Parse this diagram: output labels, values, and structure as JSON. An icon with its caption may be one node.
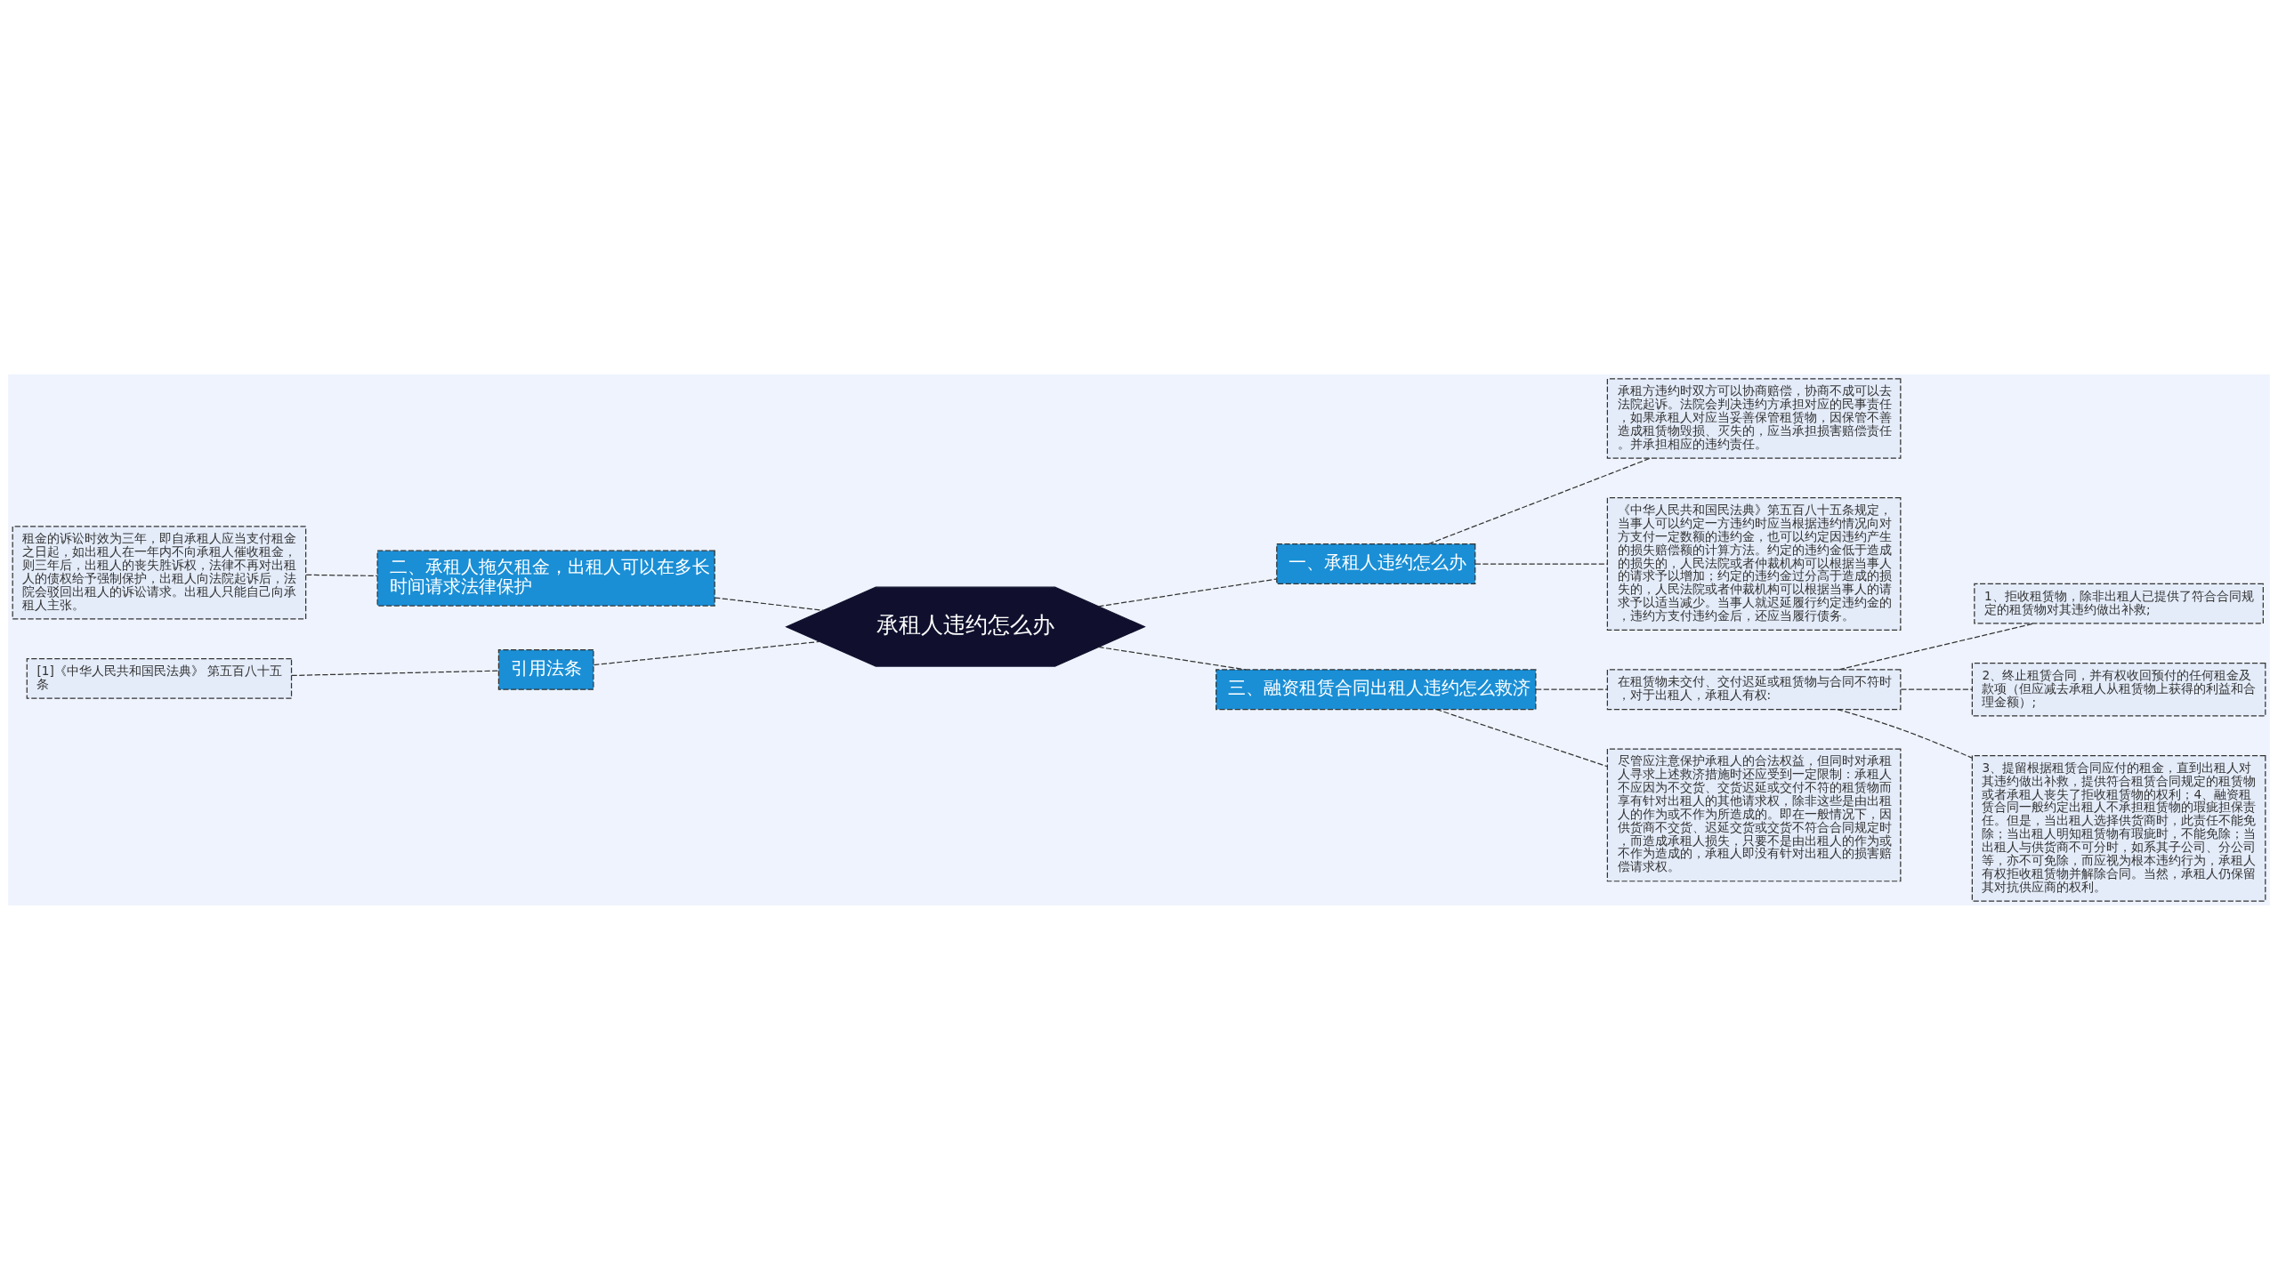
{
  "diagram": {
    "nodes": [
      {
        "text": [
          "承租人违约怎么办"
        ]
      },
      {
        "text": [
          "一、承租人违约怎么办"
        ]
      },
      {
        "text": [
          "承租方违约时双方可以协商赔偿，协商不成可以去法院起诉。法院会判决违约方承担对应的民事责任，如果承租人对应当妥善保管租赁物，因保管不善造成租赁物毁损、灭失的，应当承担损害赔偿责任。并承担相应的违约责任。"
        ]
      },
      {
        "text": [
          "《中华人民共和国民法典》第五百八十五条规定，当事人可以约定一方违约时应当根据违约情况向对方支付一定数额的违约金，也可以约定因违约产生的损失赔偿额的计算方法。约定的违约金低于造成的损失的，人民法院或者仲裁机构可以根据当事人的请求予以增加；约定的违约金过分高于造成的损失的，人民法院或者仲裁机构可以根据当事人的请求予以适当减少。当事人就迟延履行约定违约金的，违约方支付违约金后，还应当履行债务。"
        ]
      },
      {
        "text": [
          "二、承租人拖欠租金，出租人可以在多长时间请求法律保护"
        ]
      },
      {
        "text": [
          "租金的诉讼时效为三年，即自承租人应当支付租金之日起，如出租人在一年内不向承租人催收租金，则三年后，出租人的丧失胜诉权，法律不再对出租人的债权给予强制保护，出租人向法院起诉后，法院会驳回出租人的诉讼请求。出租人只能自己向承租人主张。"
        ]
      },
      {
        "text": [
          "引用法条"
        ]
      },
      {
        "text": [
          "[1]《中华人民共和国民法典》 第五百八十五条"
        ]
      },
      {
        "text": [
          "三、融资租赁合同出租人违约怎么救济"
        ]
      },
      {
        "text": [
          "在租赁物未交付、交付迟延或租赁物与合同不符时，对于出租人，承租人有权:"
        ]
      },
      {
        "text": [
          "1、拒收租赁物，除非出租人已提供了符合合同规定的租赁物对其违约做出补救;"
        ]
      },
      {
        "text": [
          "2、终止租赁合同，并有权收回预付的任何租金及款项（但应减去承租人从租赁物上获得的利益和合理金额）;"
        ]
      },
      {
        "text": [
          "3、提留根据租赁合同应付的租金，直到出租人对其违约做出补救，提供符合租赁合同规定的租赁物或者承租人丧失了拒收租赁物的权利；4、融资租赁合同一般约定出租人不承担租赁物的瑕疵担保责任。但是，当出租人选择供货商时，此责任不能免除；当出租人明知租赁物有瑕疵时，不能免除；当出租人与供货商不可分时，如系其子公司、分公司等，亦不可免除，而应视为根本违约行为，承租人有权拒收租赁物并解除合同。当然，承租人仍保留其对抗供应商的权利。"
        ]
      },
      {
        "text": [
          "尽管应注意保护承租人的合法权益，但同时对承租人寻求上述救济措施时还应受到一定限制：承租人不应因为不交货、交货迟延或交付不符的租赁物而享有针对出租人的其他请求权，除非这些是由出租人的作为或不作为所造成的。即在一般情况下，因供货商不交货、迟延交货或交货不符合合同规定时，而造成承租人损失，只要不是由出租人的作为或不作为造成的，承租人即没有针对出租人的损害赔偿请求权。"
        ]
      }
    ],
    "edges": [
      {
        "from": 0,
        "to": 1,
        "arrow": "none",
        "style": "dashed"
      },
      {
        "from": 1,
        "to": 2,
        "arrow": "none",
        "style": "dashed"
      },
      {
        "from": 1,
        "to": 3,
        "arrow": "none",
        "style": "dashed"
      },
      {
        "from": 0,
        "to": 4,
        "arrow": "none",
        "style": "dashed"
      },
      {
        "from": 4,
        "to": 5,
        "arrow": "none",
        "style": "dashed"
      },
      {
        "from": 0,
        "to": 6,
        "arrow": "none",
        "style": "dashed"
      },
      {
        "from": 6,
        "to": 7,
        "arrow": "none",
        "style": "dashed"
      },
      {
        "from": 0,
        "to": 8,
        "arrow": "none",
        "style": "dashed"
      },
      {
        "from": 8,
        "to": 9,
        "arrow": "none",
        "style": "dashed"
      },
      {
        "from": 9,
        "to": 10,
        "arrow": "none",
        "style": "dashed"
      },
      {
        "from": 9,
        "to": 11,
        "arrow": "none",
        "style": "dashed"
      },
      {
        "from": 9,
        "to": 12,
        "arrow": "none",
        "style": "dashed"
      },
      {
        "from": 8,
        "to": 13,
        "arrow": "none",
        "style": "dashed"
      }
    ]
  }
}
